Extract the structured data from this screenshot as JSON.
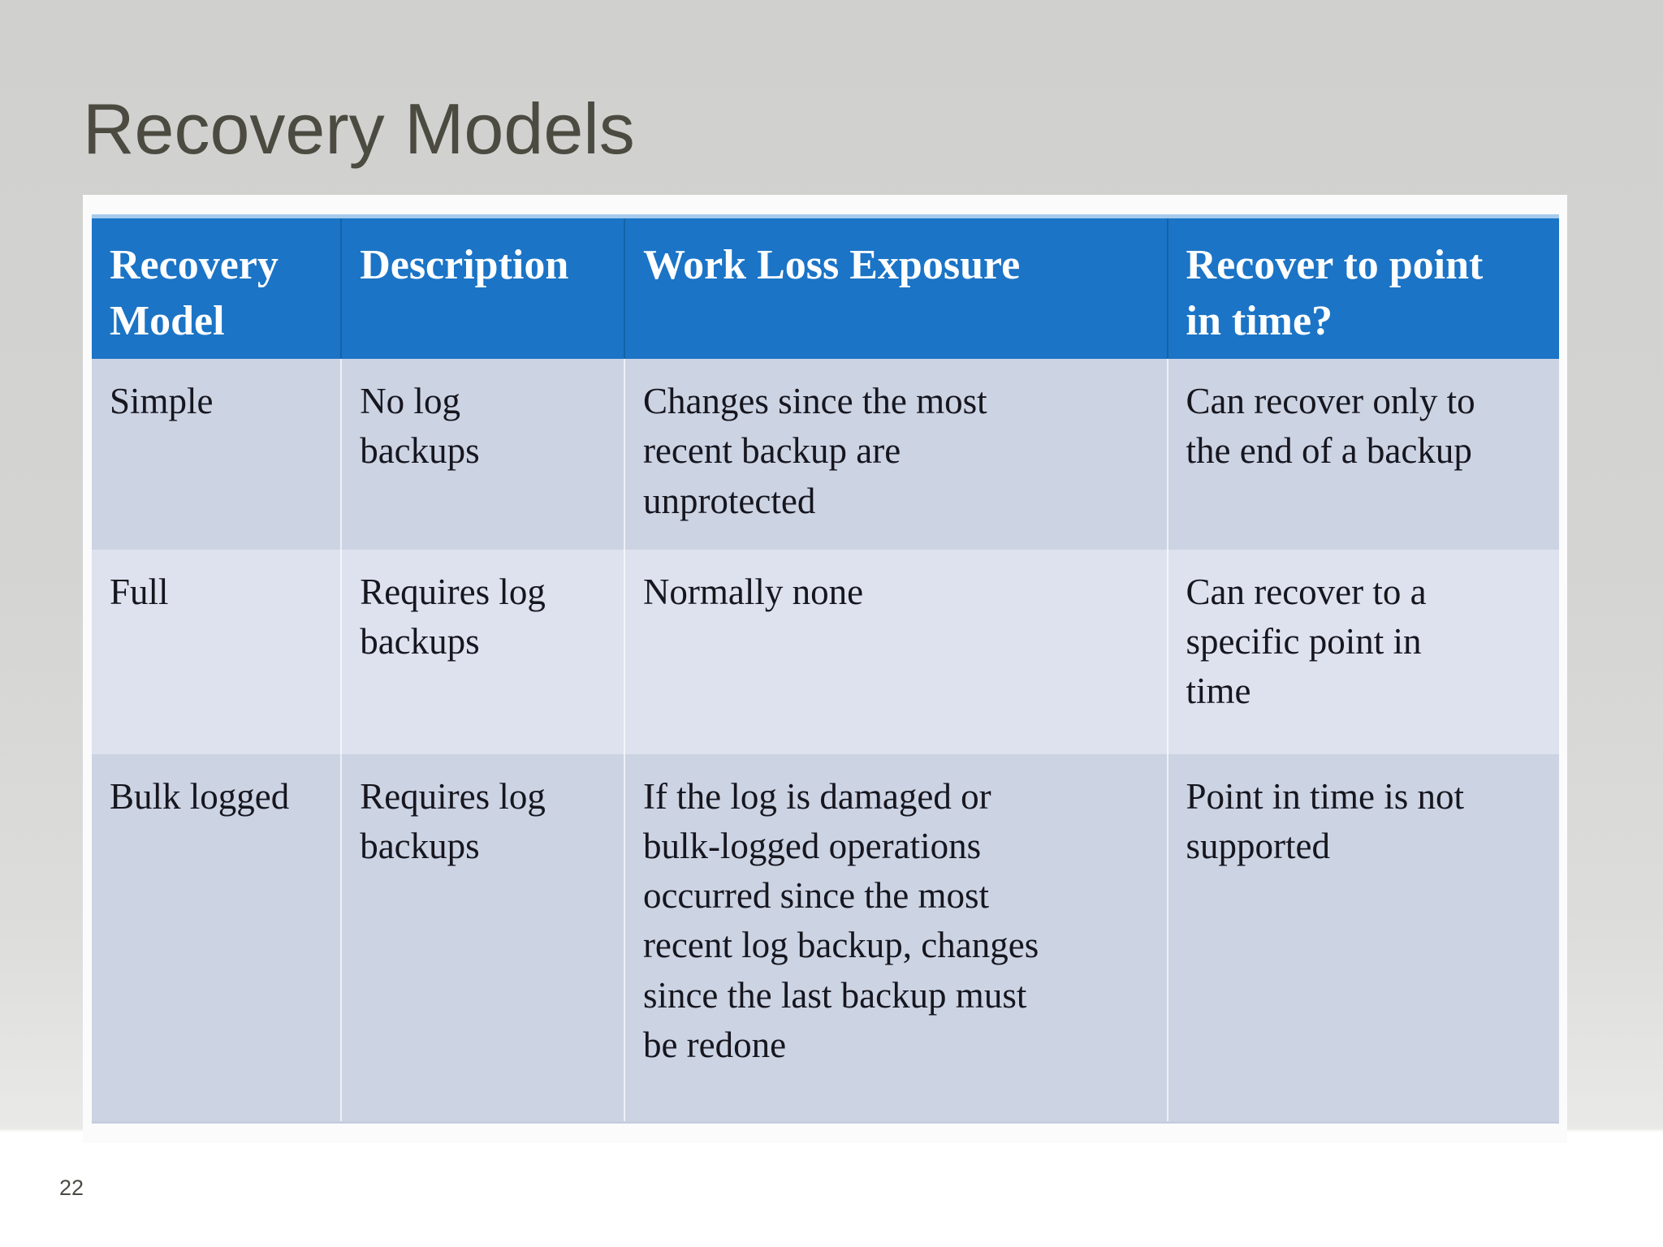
{
  "slide": {
    "title": "Recovery Models",
    "page_number": "22"
  },
  "table": {
    "columns": {
      "recovery_model": "Recovery\nModel",
      "description": "Description",
      "work_loss_exposure": "Work Loss Exposure",
      "recover_to_point_in_time": "Recover to point\nin time?"
    },
    "rows": [
      {
        "model": "Simple",
        "description": "No log\nbackups",
        "work_loss": "Changes since the most\nrecent backup are\nunprotected",
        "recover_point": "Can recover only to\nthe end of a backup"
      },
      {
        "model": "Full",
        "description": "Requires log\nbackups",
        "work_loss": "Normally none",
        "recover_point": "Can recover to a\nspecific point in\ntime"
      },
      {
        "model": "Bulk logged",
        "description": "Requires log\nbackups",
        "work_loss": "If the log is damaged or\nbulk-logged operations\noccurred since the most\nrecent log backup, changes\nsince the last backup must\nbe redone",
        "recover_point": "Point in time is not\nsupported"
      }
    ],
    "colors": {
      "header_bg": "#1b74c6",
      "header_top_highlight": "#a5cbec",
      "header_text": "#ffffff",
      "row_odd_bg": "#ccd3e3",
      "row_even_bg": "#dee2ee",
      "body_text": "#16161f",
      "frame_bg": "#fbfbfc",
      "title_text": "#4b4b41",
      "slide_bg_top": "#d0d0ce",
      "slide_bg_bottom": "#ffffff"
    }
  }
}
